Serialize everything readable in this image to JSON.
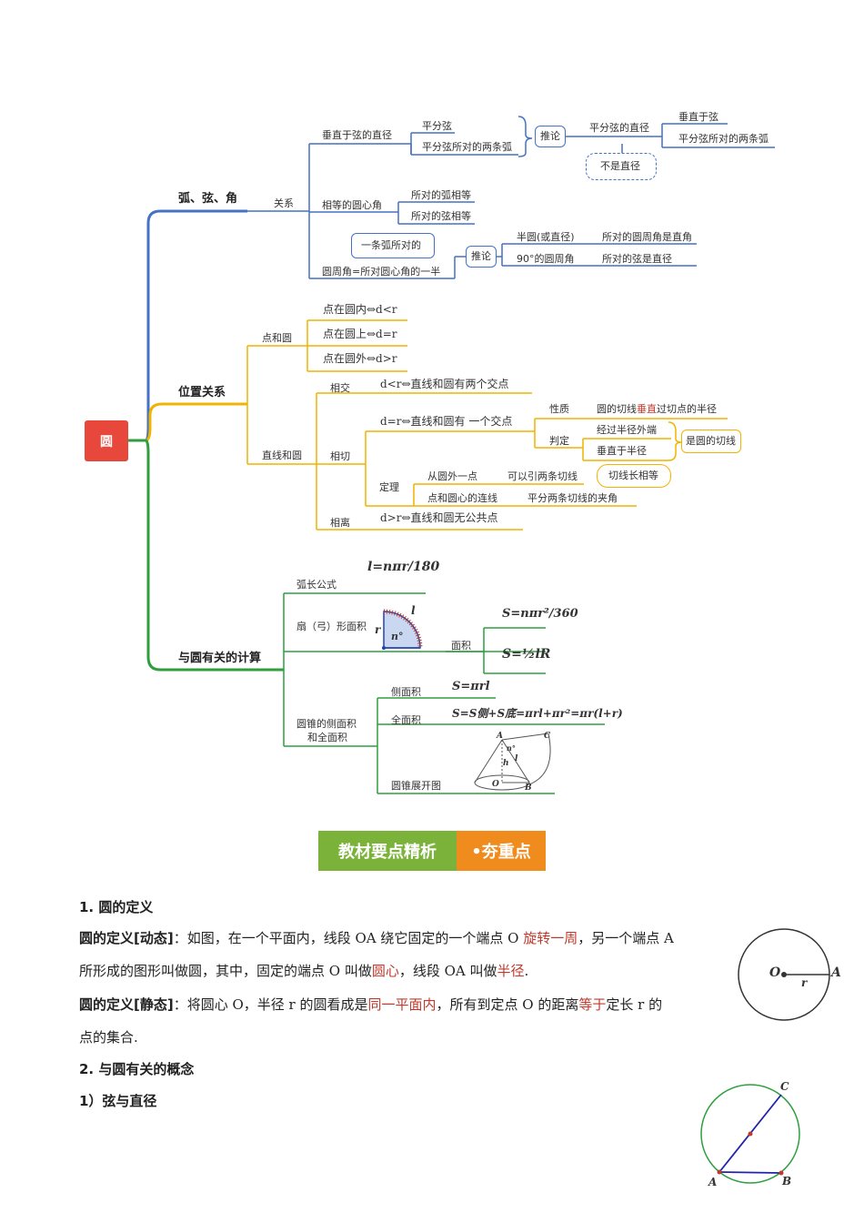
{
  "root": "圆",
  "b1": {
    "title": "弧、弦、角",
    "rel": "关系",
    "perp": "垂直于弦的直径",
    "bisect_chord": "平分弦",
    "bisect_arcs": "平分弦所对的两条弧",
    "infer1": "推论",
    "bisect_chord_diam": "平分弦的直径",
    "perp_chord": "垂直于弦",
    "bisect_arcs2": "平分弦所对的两条弧",
    "not_diam": "不是直径",
    "eq_central": "相等的圆心角",
    "arc_eq": "所对的弧相等",
    "chord_eq": "所对的弦相等",
    "one_arc": "一条弧所对的",
    "inscribed": "圆周角=所对圆心角的一半",
    "infer2": "推论",
    "semicircle": "半圆(或直径)",
    "right_angle": "所对的圆周角是直角",
    "deg90": "90°的圆周角",
    "is_diam": "所对的弦是直径"
  },
  "b2": {
    "title": "位置关系",
    "pc": "点和圆",
    "in": "点在圆内⇔d<r",
    "on": "点在圆上⇔d=r",
    "out": "点在圆外⇔d>r",
    "lc": "直线和圆",
    "intersect": "相交",
    "intersect_desc": "d<r⇔直线和圆有两个交点",
    "tangent": "相切",
    "tangent_desc": "d=r⇔直线和圆有 一个交点",
    "property": "性质",
    "property_desc_a": "圆的切线",
    "property_desc_red": "垂直",
    "property_desc_b": "过切点的半径",
    "judge": "判定",
    "through_end": "经过半径外端",
    "perp_radius": "垂直于半径",
    "is_tangent": "是圆的切线",
    "theorem": "定理",
    "from_out": "从圆外一点",
    "two_tangents": "可以引两条切线",
    "equal_len": "切线长相等",
    "center_line": "点和圆心的连线",
    "bisect_angle": "平分两条切线的夹角",
    "separate": "相离",
    "separate_desc": "d>r⇔直线和圆无公共点"
  },
  "b3": {
    "title": "与圆有关的计算",
    "arc_len": "弧长公式",
    "arc_formula": "l=nπr/180",
    "sector": "扇（弓）形面积",
    "area": "面积",
    "area_f1": "S=nπr²/360",
    "area_f2": "S=½lR",
    "cone": "圆锥的侧面积",
    "cone2": "和全面积",
    "lateral": "侧面积",
    "lateral_f": "S=πrl",
    "total": "全面积",
    "total_f": "S=S侧+S底=πrl+πr²=πr(l+r)",
    "unfold": "圆锥展开图",
    "fig_l": "l",
    "fig_r": "r",
    "fig_n": "n°",
    "cone_A": "A",
    "cone_B": "B",
    "cone_C": "C",
    "cone_O": "O",
    "cone_h": "h",
    "cone_n": "n°",
    "cone_l": "l"
  },
  "banner": {
    "left": "教材要点精析",
    "right": "•夯重点"
  },
  "text": {
    "h1": "1.  圆的定义",
    "dyn_label": "圆的定义[动态]",
    "dyn_a": "：如图，在一个平面内，线段 OA 绕它固定的一个端点 O ",
    "dyn_red": "旋转一周",
    "dyn_b": "，另一个端点 A",
    "dyn2_a": "所形成的图形叫做圆，其中，固定的端点 O 叫做",
    "dyn2_red1": "圆心",
    "dyn2_b": "，线段 OA 叫做",
    "dyn2_red2": "半径",
    "dyn2_c": ".",
    "sta_label": "圆的定义[静态]",
    "sta_a": "：将圆心 O，半径 r 的圆看成是",
    "sta_red1": "同一平面内",
    "sta_b": "，所有到定点 O 的距离",
    "sta_red2": "等于",
    "sta_c": "定长 r 的",
    "sta2": "点的集合.",
    "h2": "2.  与圆有关的概念",
    "h3": "1）弦与直径",
    "fig1_O": "O",
    "fig1_r": "r",
    "fig1_A": "A",
    "fig2_C": "C",
    "fig2_A": "A",
    "fig2_B": "B"
  },
  "colors": {
    "blue": "#4472c4",
    "orange": "#f0b400",
    "green": "#2e9e3e",
    "red": "#e8483b"
  }
}
